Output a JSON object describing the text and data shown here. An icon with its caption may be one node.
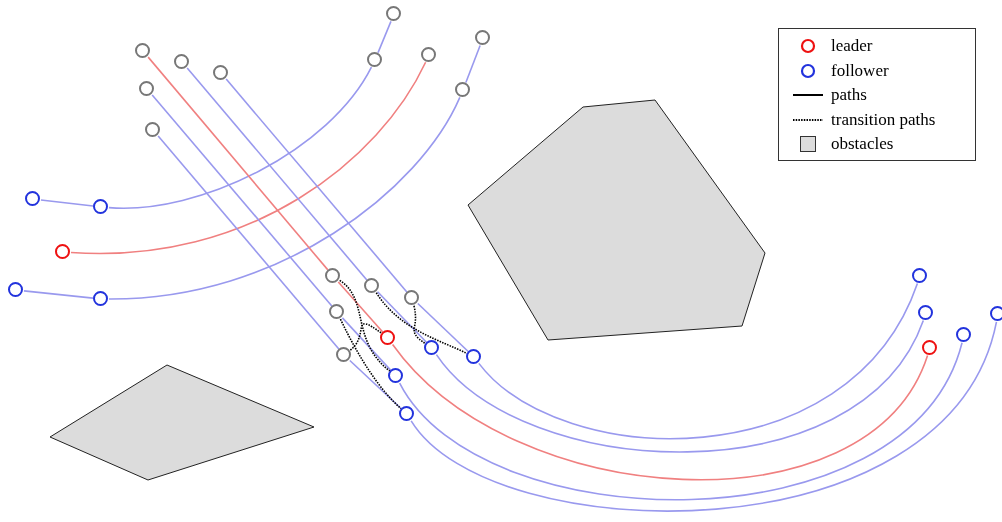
{
  "diagram": {
    "nodes": [
      {
        "text": [],
        "shape": "circle"
      },
      {
        "text": [],
        "shape": "circle"
      },
      {
        "text": [],
        "shape": "circle"
      },
      {
        "text": [],
        "shape": "circle"
      },
      {
        "text": [],
        "shape": "circle"
      },
      {
        "text": [],
        "shape": "circle"
      },
      {
        "text": [],
        "shape": "circle"
      },
      {
        "text": [],
        "shape": "circle"
      },
      {
        "text": [],
        "shape": "circle"
      },
      {
        "text": [],
        "shape": "circle"
      },
      {
        "text": [],
        "shape": "circle"
      },
      {
        "text": [],
        "shape": "circle"
      },
      {
        "text": [],
        "shape": "circle"
      },
      {
        "text": [],
        "shape": "circle"
      },
      {
        "text": [],
        "shape": "circle"
      },
      {
        "text": [],
        "shape": "circle"
      },
      {
        "text": [],
        "shape": "circle"
      },
      {
        "text": [],
        "shape": "circle"
      },
      {
        "text": [],
        "shape": "circle"
      },
      {
        "text": [],
        "shape": "circle"
      },
      {
        "text": [],
        "shape": "circle"
      },
      {
        "text": [],
        "shape": "circle"
      },
      {
        "text": [],
        "shape": "circle"
      },
      {
        "text": [],
        "shape": "circle"
      },
      {
        "text": [],
        "shape": "circle"
      },
      {
        "text": [],
        "shape": "circle"
      },
      {
        "text": [],
        "shape": "circle"
      },
      {
        "text": [],
        "shape": "circle"
      },
      {
        "text": [],
        "shape": "circle"
      },
      {
        "text": [],
        "shape": "circle"
      },
      {
        "text": [],
        "shape": "polygon"
      },
      {
        "text": [],
        "shape": "polygon"
      }
    ],
    "edges": [
      {
        "from": 10,
        "to": 11,
        "arrow": "none"
      },
      {
        "from": 11,
        "to": 3,
        "arrow": "none"
      },
      {
        "from": 3,
        "to": 0,
        "arrow": "none"
      },
      {
        "from": 12,
        "to": 2,
        "arrow": "none",
        "color": "#f08080"
      },
      {
        "from": 13,
        "to": 14,
        "arrow": "none"
      },
      {
        "from": 14,
        "to": 4,
        "arrow": "none"
      },
      {
        "from": 4,
        "to": 1,
        "arrow": "none"
      },
      {
        "from": 5,
        "to": 15,
        "arrow": "none",
        "color": "#f08080"
      },
      {
        "from": 15,
        "to": 20,
        "arrow": "none",
        "color": "#f08080"
      },
      {
        "from": 6,
        "to": 16,
        "arrow": "none"
      },
      {
        "from": 16,
        "to": 21,
        "arrow": "none"
      },
      {
        "from": 7,
        "to": 17,
        "arrow": "none"
      },
      {
        "from": 17,
        "to": 22,
        "arrow": "none"
      },
      {
        "from": 8,
        "to": 18,
        "arrow": "none"
      },
      {
        "from": 18,
        "to": 23,
        "arrow": "none"
      },
      {
        "from": 9,
        "to": 19,
        "arrow": "none"
      },
      {
        "from": 19,
        "to": 24,
        "arrow": "none"
      },
      {
        "from": 15,
        "to": 23,
        "arrow": "none",
        "style": "dashed",
        "color": "#000000"
      },
      {
        "from": 16,
        "to": 22,
        "arrow": "none",
        "style": "dashed",
        "color": "#000000"
      },
      {
        "from": 17,
        "to": 21,
        "arrow": "none",
        "style": "dashed",
        "color": "#000000"
      },
      {
        "from": 18,
        "to": 24,
        "arrow": "none",
        "style": "dashed",
        "color": "#000000"
      },
      {
        "from": 19,
        "to": 20,
        "arrow": "none",
        "style": "dashed",
        "color": "#000000"
      },
      {
        "from": 22,
        "to": 25,
        "arrow": "none"
      },
      {
        "from": 21,
        "to": 26,
        "arrow": "none"
      },
      {
        "from": 20,
        "to": 28,
        "arrow": "none",
        "color": "#f08080"
      },
      {
        "from": 23,
        "to": 27,
        "arrow": "none"
      },
      {
        "from": 24,
        "to": 29,
        "arrow": "none"
      }
    ],
    "legend": [
      {
        "text": "leader"
      },
      {
        "text": "follower"
      },
      {
        "text": "paths"
      },
      {
        "text": "transition paths"
      },
      {
        "text": "obstacles",
        "color": "#dcdcdc"
      }
    ]
  }
}
